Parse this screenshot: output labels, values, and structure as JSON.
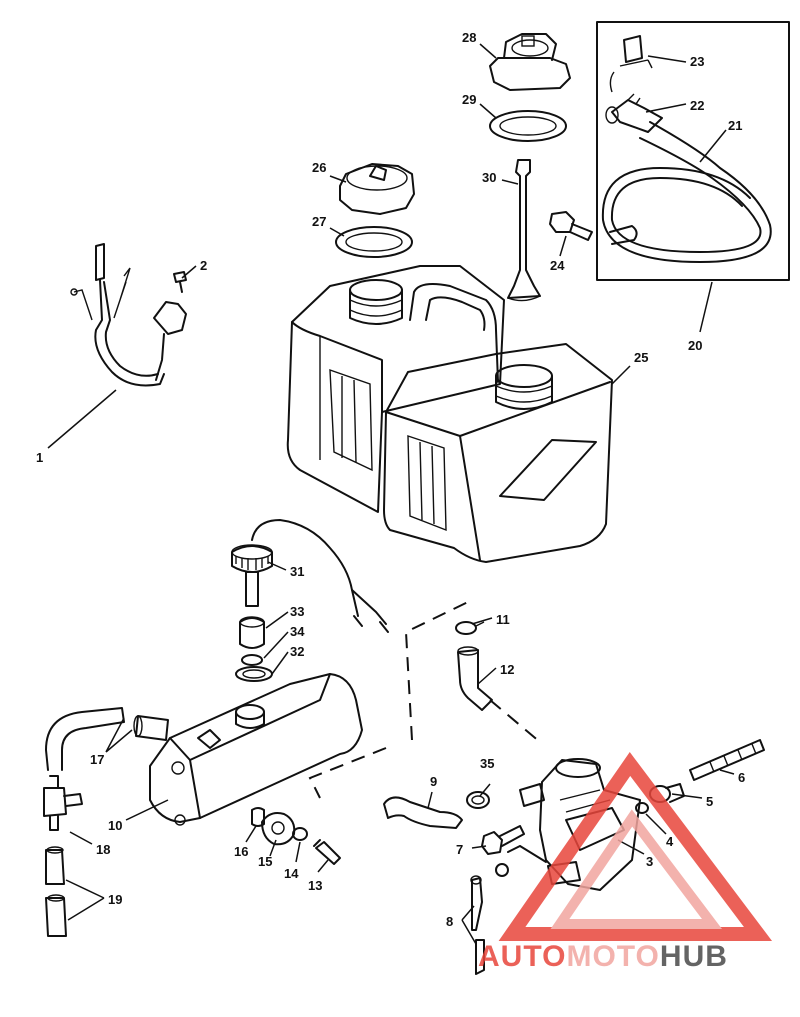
{
  "callouts": [
    {
      "id": "c1",
      "label": "1"
    },
    {
      "id": "c2",
      "label": "2"
    },
    {
      "id": "c3",
      "label": "3"
    },
    {
      "id": "c4",
      "label": "4"
    },
    {
      "id": "c5",
      "label": "5"
    },
    {
      "id": "c6",
      "label": "6"
    },
    {
      "id": "c7",
      "label": "7"
    },
    {
      "id": "c8",
      "label": "8"
    },
    {
      "id": "c9",
      "label": "9"
    },
    {
      "id": "c10",
      "label": "10"
    },
    {
      "id": "c11",
      "label": "11"
    },
    {
      "id": "c12",
      "label": "12"
    },
    {
      "id": "c13",
      "label": "13"
    },
    {
      "id": "c14",
      "label": "14"
    },
    {
      "id": "c15",
      "label": "15"
    },
    {
      "id": "c16",
      "label": "16"
    },
    {
      "id": "c17",
      "label": "17"
    },
    {
      "id": "c18",
      "label": "18"
    },
    {
      "id": "c19",
      "label": "19"
    },
    {
      "id": "c20",
      "label": "20"
    },
    {
      "id": "c21",
      "label": "21"
    },
    {
      "id": "c22",
      "label": "22"
    },
    {
      "id": "c23",
      "label": "23"
    },
    {
      "id": "c24",
      "label": "24"
    },
    {
      "id": "c25",
      "label": "25"
    },
    {
      "id": "c26",
      "label": "26"
    },
    {
      "id": "c27",
      "label": "27"
    },
    {
      "id": "c28",
      "label": "28"
    },
    {
      "id": "c29",
      "label": "29"
    },
    {
      "id": "c30",
      "label": "30"
    },
    {
      "id": "c31",
      "label": "31"
    },
    {
      "id": "c32",
      "label": "32"
    },
    {
      "id": "c33",
      "label": "33"
    },
    {
      "id": "c34",
      "label": "34"
    },
    {
      "id": "c35",
      "label": "35"
    }
  ],
  "watermark": {
    "text_part1": "AUTO",
    "text_part2": "MOTO",
    "text_part3": "HUB",
    "color_primary": "#e8463c",
    "color_secondary": "#f2a59f",
    "color_dark": "#4a4a4a"
  }
}
